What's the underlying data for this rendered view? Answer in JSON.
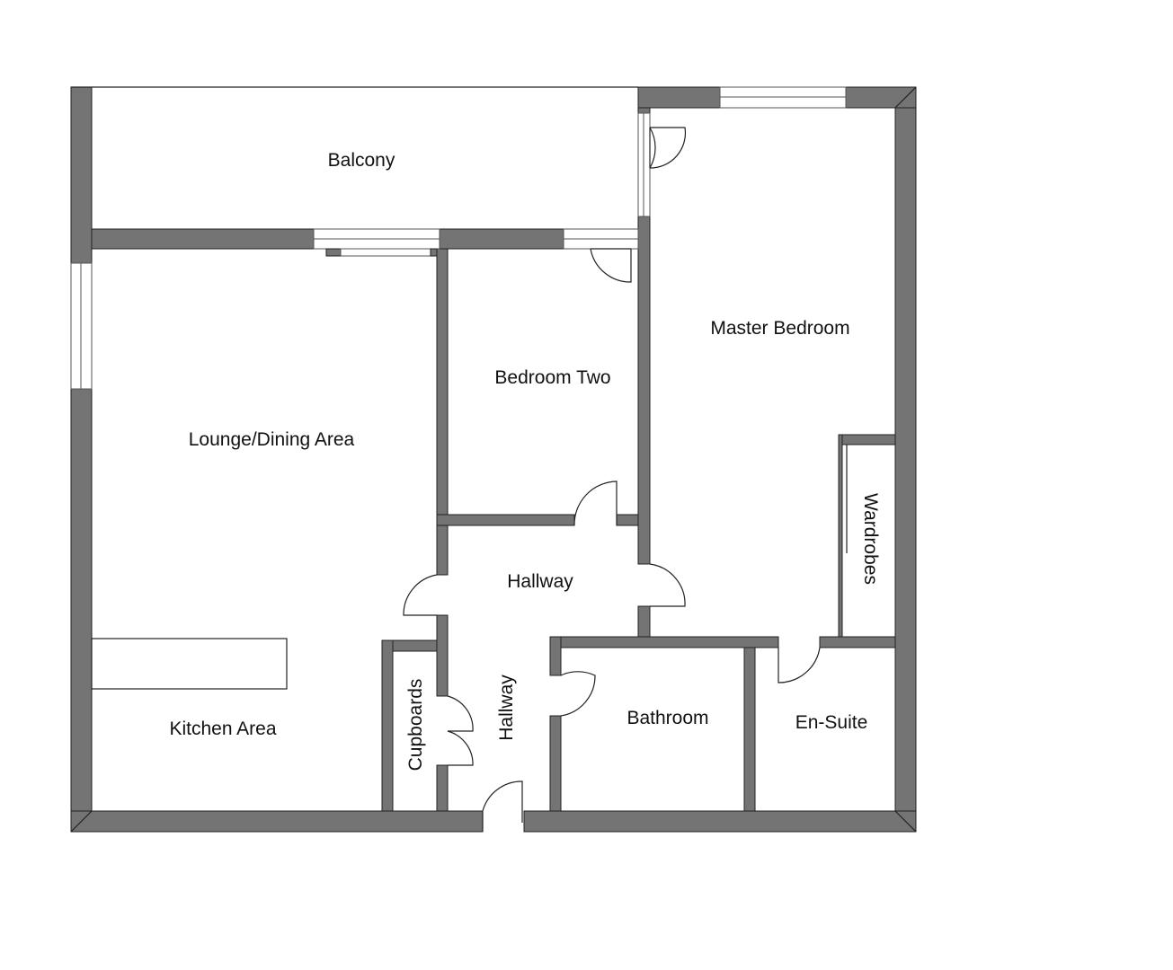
{
  "floorplan": {
    "rooms": {
      "balcony": "Balcony",
      "master_bedroom": "Master Bedroom",
      "bedroom_two": "Bedroom Two",
      "lounge_dining": "Lounge/Dining Area",
      "wardrobes": "Wardrobes",
      "hallway_upper": "Hallway",
      "hallway_lower": "Hallway",
      "cupboards": "Cupboards",
      "kitchen": "Kitchen Area",
      "bathroom": "Bathroom",
      "en_suite": "En-Suite"
    },
    "colors": {
      "wall": "#747474",
      "line": "#222222",
      "background": "#ffffff"
    }
  }
}
